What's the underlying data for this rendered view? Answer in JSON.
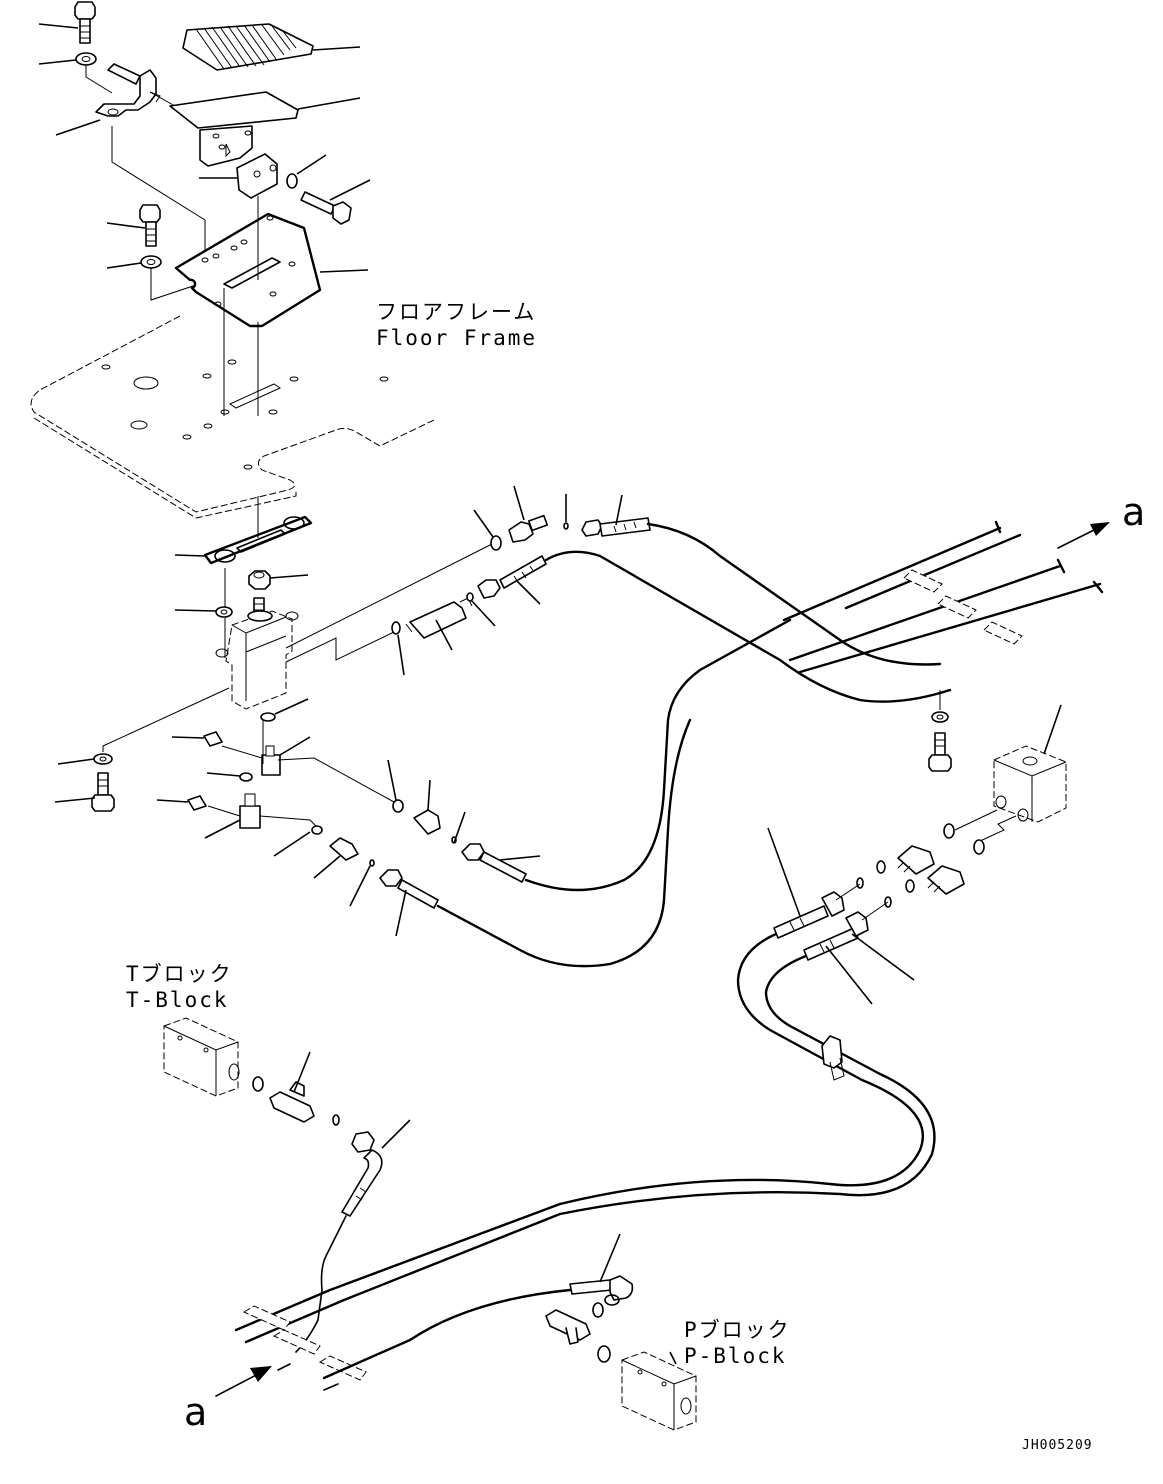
{
  "diagram": {
    "title": "Travel pedal / PPC valve piping exploded view",
    "drawing_code": "JH005209",
    "labels": {
      "floor_frame_jp": "フロアフレーム",
      "floor_frame_en": "Floor Frame",
      "t_block_jp": "Tブロック",
      "t_block_en": "T-Block",
      "p_block_jp": "Pブロック",
      "p_block_en": "P-Block",
      "connection_a_top": "a",
      "connection_a_bottom": "a"
    },
    "colors": {
      "line": "#000000",
      "background": "#ffffff"
    },
    "parts": [
      "bolt",
      "washer",
      "pedal-bracket",
      "pedal-pad",
      "pedal-plate",
      "block",
      "washer",
      "bolt",
      "mount-plate",
      "floor-frame",
      "gasket",
      "nut",
      "washer",
      "ppc-valve",
      "o-ring",
      "elbow",
      "o-ring",
      "connector",
      "o-ring",
      "hose",
      "union",
      "o-ring",
      "hose",
      "clamp",
      "valve-block",
      "adapter",
      "hose",
      "t-block",
      "tee",
      "hose",
      "p-block",
      "hose"
    ]
  }
}
